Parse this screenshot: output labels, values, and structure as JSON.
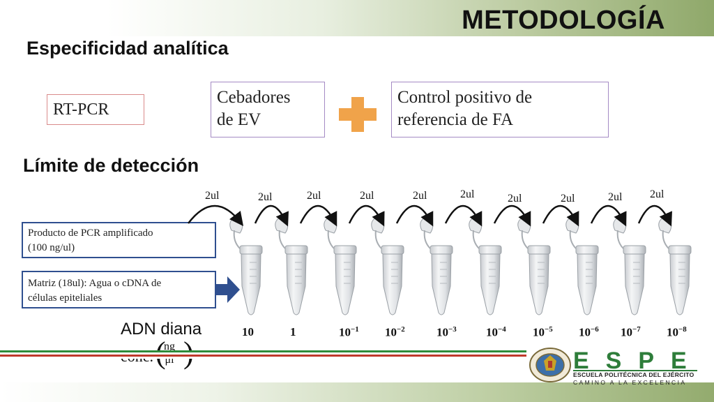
{
  "header": {
    "title": "METODOLOGÍA"
  },
  "specificity": {
    "title": "Especificidad analítica",
    "method": "RT-PCR",
    "primers_line1": "Cebadores",
    "primers_line2": "de EV",
    "control_line1": "Control positivo de",
    "control_line2": "referencia de FA"
  },
  "detection": {
    "title": "Límite de detección",
    "product_line1": "Producto de PCR amplificado",
    "product_line2": "(100 ng/ul)",
    "matrix_line1": "Matriz (18ul): Agua o cDNA de",
    "matrix_line2": "células epiteliales",
    "transfer_volume": "2ul",
    "tubes": [
      {
        "base": "10",
        "exp": ""
      },
      {
        "base": "1",
        "exp": ""
      },
      {
        "base": "10",
        "exp": "−1"
      },
      {
        "base": "10",
        "exp": "−2"
      },
      {
        "base": "10",
        "exp": "−3"
      },
      {
        "base": "10",
        "exp": "−4"
      },
      {
        "base": "10",
        "exp": "−5"
      },
      {
        "base": "10",
        "exp": "−6"
      },
      {
        "base": "10",
        "exp": "−7"
      },
      {
        "base": "10",
        "exp": "−8"
      }
    ],
    "concentration_label_line1": "ADN diana",
    "concentration_label_prefix": "conc.",
    "unit_numerator": "ng",
    "unit_denominator": "μl"
  },
  "branding": {
    "letters": "ESPE",
    "line1": "ESCUELA POLITÉCNICA DEL EJÉRCITO",
    "line2": "CAMINO A LA EXCELENCIA"
  },
  "colors": {
    "plus": "#f0a34a",
    "green": "#2e7d3a",
    "box_blue": "#2f4f8f",
    "arrow_blue": "#2f4f8f"
  }
}
